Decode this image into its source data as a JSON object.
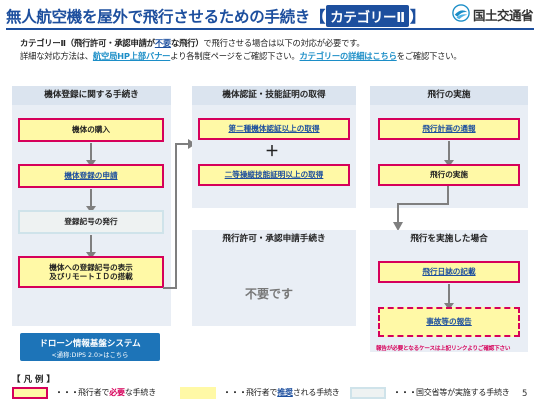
{
  "header": {
    "title": "無人航空機を屋外で飛行させるための手続き",
    "bracket_open": "【",
    "category": "カテゴリーⅡ",
    "bracket_close": "】",
    "logo_text": "国土交通省"
  },
  "intro": {
    "line1_a": "カテゴリーⅡ",
    "line1_b": "（飛行許可・承認申請が",
    "line1_c": "不要",
    "line1_d": "な飛行）",
    "line1_e": "で飛行させる場合は以下の対応が必要です。",
    "line2_a": "詳細な対応方法は、",
    "line2_b": "航空局HP上部バナー",
    "line2_c": "より各制度ページをご確認下さい。",
    "line2_d": "カテゴリーの詳細はこちら",
    "line2_e": "をご確認下さい。"
  },
  "columns": {
    "registration": {
      "head": "機体登録に関する手続き",
      "purchase": "機体の購入",
      "apply": "機体登録の申請",
      "issue": "登録記号の発行",
      "display_1": "機体への登録記号の表示",
      "display_2": "及びリモートＩＤの搭載"
    },
    "certification": {
      "head": "機体認証・技能証明の取得",
      "aircraft_cert": "第二種機体認証以上の取得",
      "plus": "＋",
      "pilot_cert": "二等操縦技能証明以上の取得"
    },
    "permit": {
      "head": "飛行許可・承認申請手続き",
      "not_required": "不要です"
    },
    "flight": {
      "head": "飛行の実施",
      "notify": "飛行計画の通報",
      "execute": "飛行の実施"
    },
    "after": {
      "head": "飛行を実施した場合",
      "log": "飛行日誌の記載",
      "accident": "事故等の報告",
      "note": "報告が必要となるケースは上記リンクよりご確認下さい"
    }
  },
  "dips": {
    "line1": "ドローン情報基盤システム",
    "line2": "<通称:DIPS 2.0>はこちら"
  },
  "legend": {
    "title": "【 凡 例 】",
    "dots": "・・・",
    "item1_a": "飛行者で",
    "item1_b": "必要",
    "item1_c": "な手続き",
    "item2_a": "飛行者で",
    "item2_b": "推奨",
    "item2_c": "される手続き",
    "item3": "国交省等が実施する手続き"
  },
  "page_number": "5",
  "colors": {
    "brand_blue": "#1d4f9e",
    "required_red": "#d6005a",
    "step_yellow": "#fff9a6",
    "column_bg": "#e9eef5"
  }
}
